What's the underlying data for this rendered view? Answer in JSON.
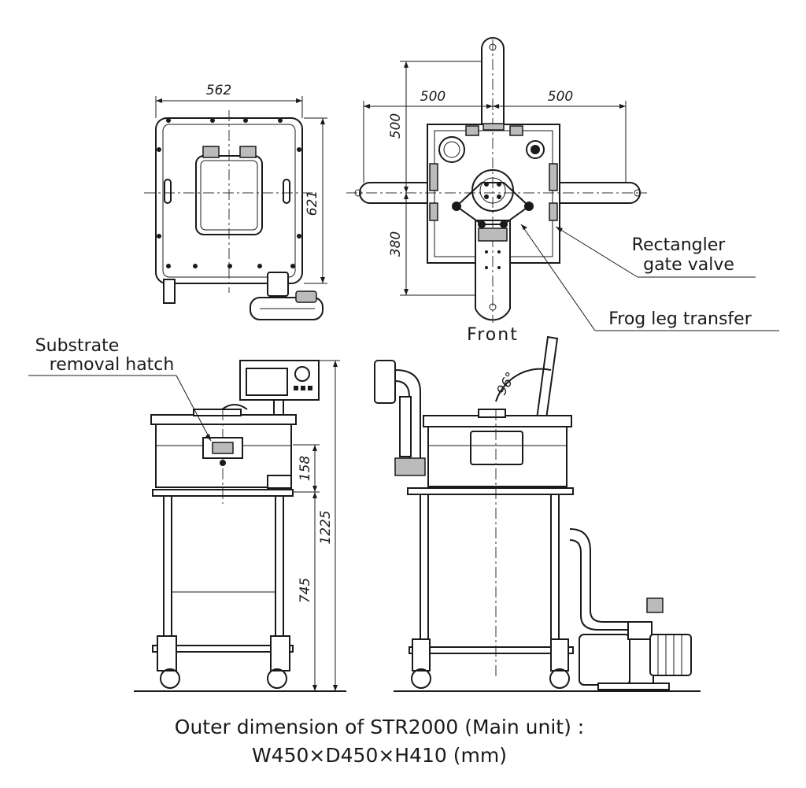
{
  "dimensions": {
    "top_left_width": "562",
    "top_left_depth": "621",
    "top_right_left_reach": "500",
    "top_right_right_reach": "500",
    "top_right_back": "500",
    "top_right_front": "380",
    "front_upper_height": "158",
    "front_total_height": "1225",
    "front_frame_height": "745",
    "side_lid_angle": "96°"
  },
  "labels": {
    "gate_valve_line1": "Rectangler",
    "gate_valve_line2": "gate valve",
    "frog_leg": "Frog leg transfer",
    "front": "Front",
    "hatch_line1": "Substrate",
    "hatch_line2": "removal hatch"
  },
  "caption": {
    "line1": "Outer dimension of STR2000 (Main unit) :",
    "line2": "W450×D450×H410 (mm)"
  }
}
